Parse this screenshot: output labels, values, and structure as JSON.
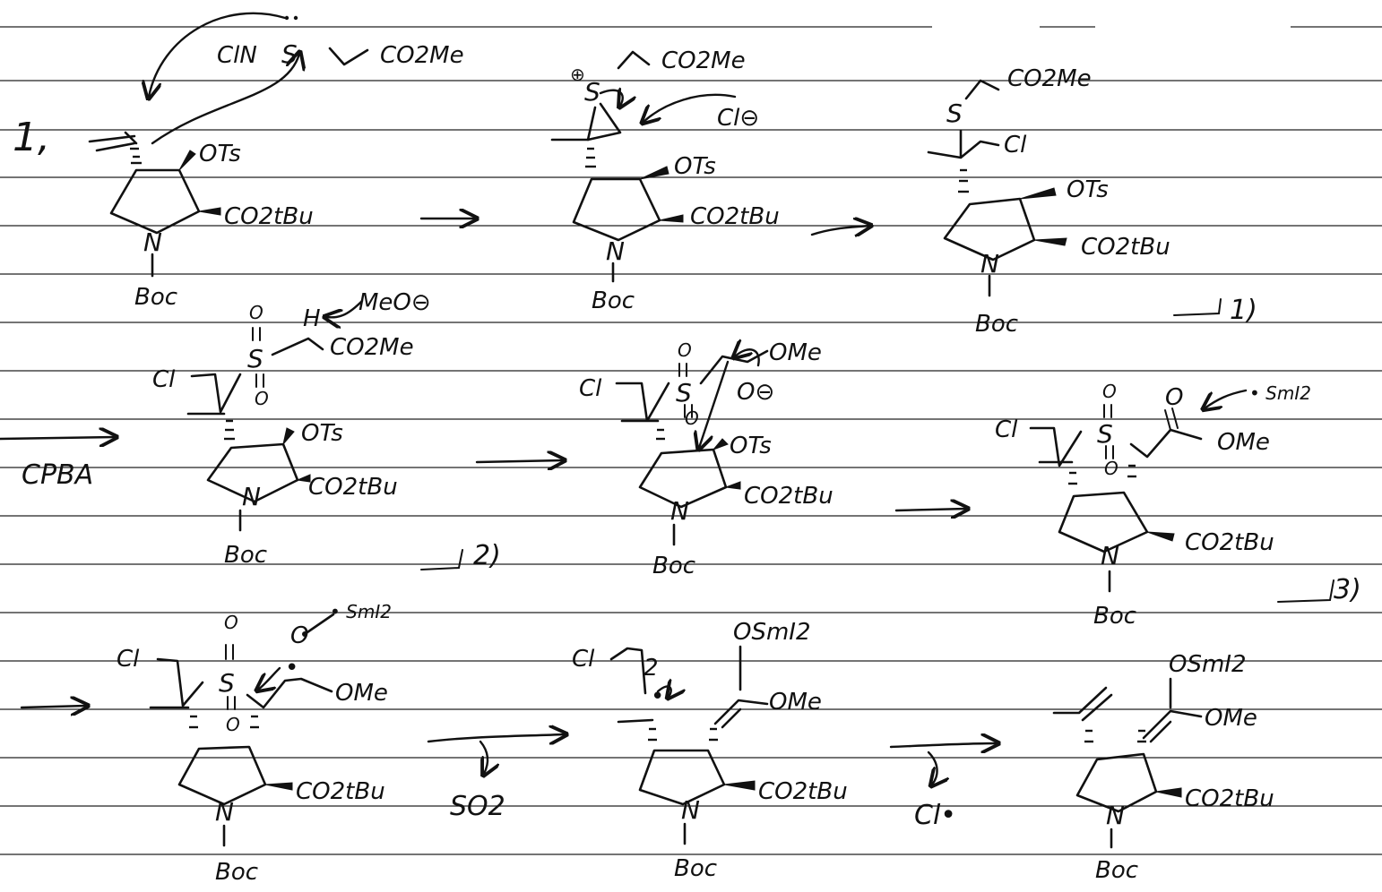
{
  "page": {
    "step_number": "1,"
  },
  "labels": {
    "ots": "OTs",
    "co2tbu": "CO2tBu",
    "co2me": "CO2Me",
    "n": "N",
    "boc": "Boc",
    "s": "S",
    "cl": "Cl",
    "cl_minus": "Cl⊖",
    "cl_n": "ClN",
    "o": "O",
    "h": "H",
    "meo_minus": "MeO⊖",
    "ome": "OMe",
    "o_minus": "O⊖",
    "plus": "⊕",
    "o_sm": "O",
    "smi2": "• SmI2",
    "osmi2": "OSmI2",
    "so2": "SO2",
    "cl_radical": "Cl•",
    "mcpba": "CPBA",
    "radical_dot": "•",
    "two": "2",
    "step_1": "1)",
    "step_2": "2)",
    "step_3": "3)"
  },
  "colors": {
    "ink": "#111111",
    "paper": "#ffffff",
    "rule_line": "#222222"
  }
}
